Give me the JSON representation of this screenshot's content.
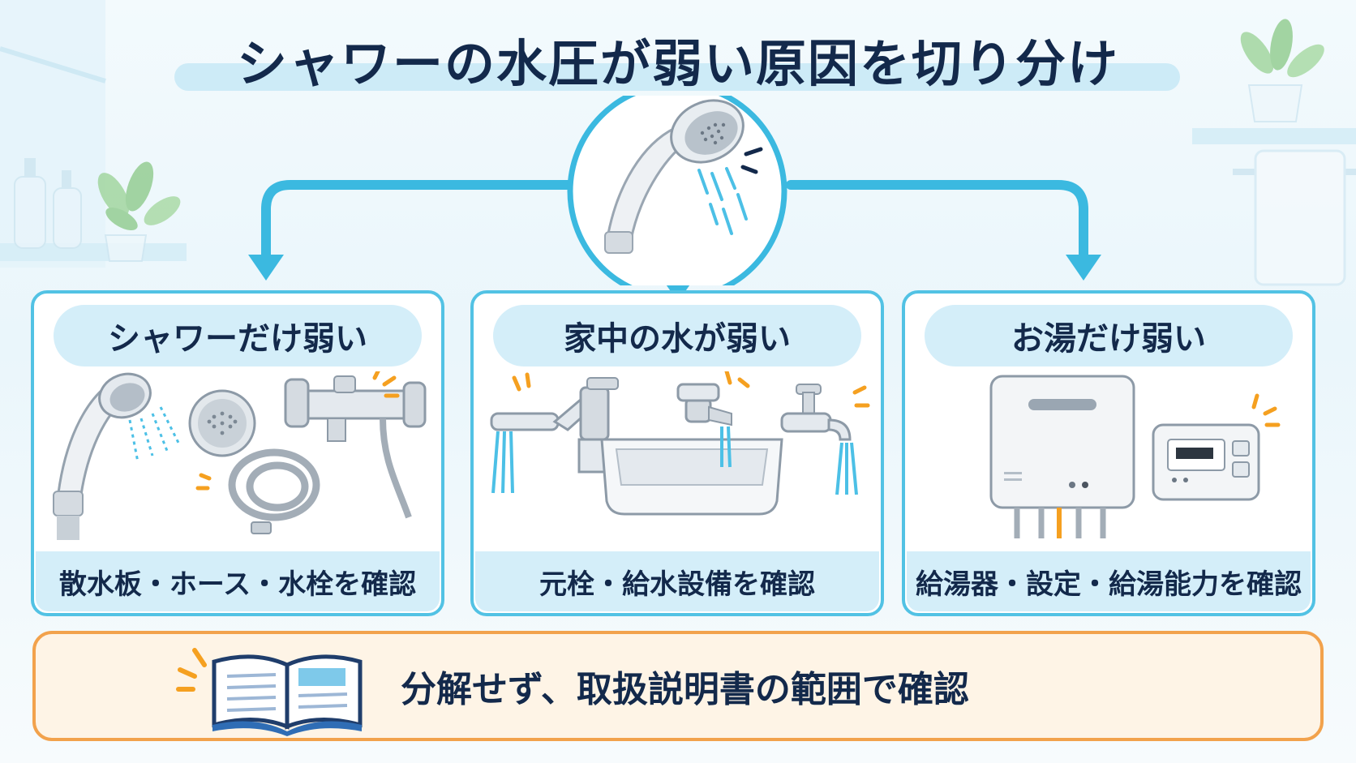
{
  "title": "シャワーの水圧が弱い原因を切り分け",
  "panels": [
    {
      "heading": "シャワーだけ弱い",
      "footer": "散水板・ホース・水栓を確認"
    },
    {
      "heading": "家中の水が弱い",
      "footer": "元栓・給水設備を確認"
    },
    {
      "heading": "お湯だけ弱い",
      "footer": "給湯器・設定・給湯能力を確認"
    }
  ],
  "bottom_note": "分解せず、取扱説明書の範囲で確認",
  "colors": {
    "accent_blue": "#3bb9e0",
    "panel_border": "#52c2e4",
    "label_bg": "#d4eef9",
    "note_border": "#f2a24c",
    "note_bg": "#fef4e6",
    "text_dark": "#13294b",
    "highlight_orange": "#f5a020"
  },
  "icons": [
    "shower-head-icon",
    "shower-plate-icon",
    "hose-icon",
    "faucet-mixer-icon",
    "kitchen-faucet-icon",
    "sink-icon",
    "tap-icon",
    "water-heater-icon",
    "remote-controller-icon",
    "open-book-icon"
  ]
}
